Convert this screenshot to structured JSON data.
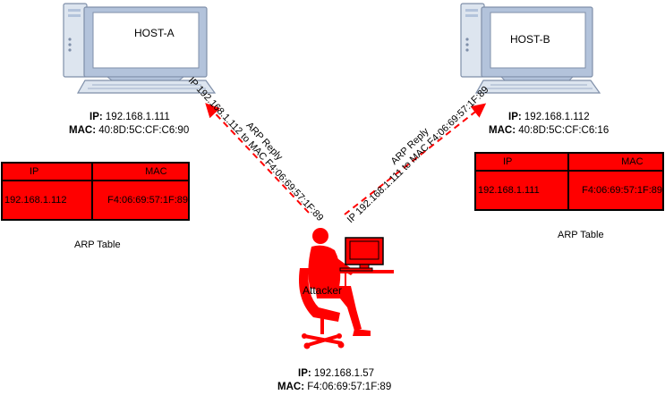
{
  "host_a": {
    "name": "HOST-A",
    "ip_label": "IP:",
    "ip": "192.168.1.111",
    "mac_label": "MAC:",
    "mac": "40:8D:5C:CF:C6:90",
    "arp_table": {
      "headers": [
        "IP",
        "MAC"
      ],
      "rows": [
        [
          "192.168.1.112",
          "F4:06:69:57:1F:89"
        ]
      ],
      "caption": "ARP Table"
    }
  },
  "host_b": {
    "name": "HOST-B",
    "ip_label": "IP:",
    "ip": "192.168.1.112",
    "mac_label": "MAC:",
    "mac": "40:8D:5C:CF:C6:16",
    "arp_table": {
      "headers": [
        "IP",
        "MAC"
      ],
      "rows": [
        [
          "192.168.1.111",
          "F4:06:69:57:1F:89"
        ]
      ],
      "caption": "ARP Table"
    }
  },
  "attacker": {
    "name": "Attacker",
    "ip_label": "IP:",
    "ip": "192.168.1.57",
    "mac_label": "MAC:",
    "mac": "F4:06:69:57:1F:89",
    "color": "#ff0000"
  },
  "arrows": {
    "to_host_a": {
      "line1": "ARP Reply",
      "line2": "IP 192.168.1.112 to MAC F4:06:69:57:1F:89"
    },
    "to_host_b": {
      "line1": "ARP Reply",
      "line2": "IP 192.168.1.111 to MAC F4:06:69:57:1F:89"
    }
  },
  "colors": {
    "computer_fill": "#e6e6e6",
    "computer_frame": "#b3c3db",
    "computer_stroke": "#7f8fa9",
    "attack": "#ff0000"
  }
}
